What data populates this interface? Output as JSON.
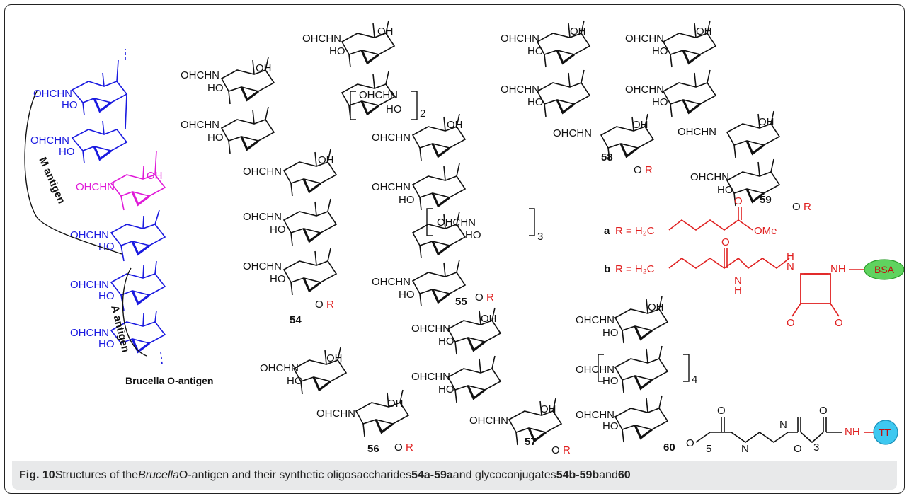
{
  "figure": {
    "caption": {
      "prefix": "Fig. 10",
      "part1": " Structures of the ",
      "italic": "Brucella",
      "part2": " O-antigen and their synthetic oligosaccharides ",
      "bold1": "54a-59a",
      "part3": " and glycoconjugates  ",
      "bold2": "54b-59b",
      "part4": " and ",
      "bold3": "60"
    },
    "labels": {
      "m_antigen": "M antigen",
      "a_antigen": "A antigen",
      "brucella": "Brucella O-antigen",
      "ohchn": "OHCHN",
      "ho": "HO",
      "oh": "OH",
      "o": "O",
      "or": "OR",
      "r_a": "R = H₂C",
      "r_a_prefix": "a",
      "r_b_prefix": "b",
      "ome": "OMe",
      "nh": "NH",
      "n": "N",
      "h": "H",
      "bsa": "BSA",
      "tt": "TT",
      "sub2": "2",
      "sub3": "3",
      "sub4": "4",
      "sub5": "5"
    },
    "compound_numbers": [
      "54",
      "55",
      "56",
      "57",
      "58",
      "59",
      "60"
    ],
    "colors": {
      "m_unit": "#e01ad8",
      "a_unit": "#1a1ae0",
      "linker": "#e02020",
      "bsa_fill": "#5fd35f",
      "tt_fill": "#3ec8f0",
      "black": "#111111"
    }
  }
}
